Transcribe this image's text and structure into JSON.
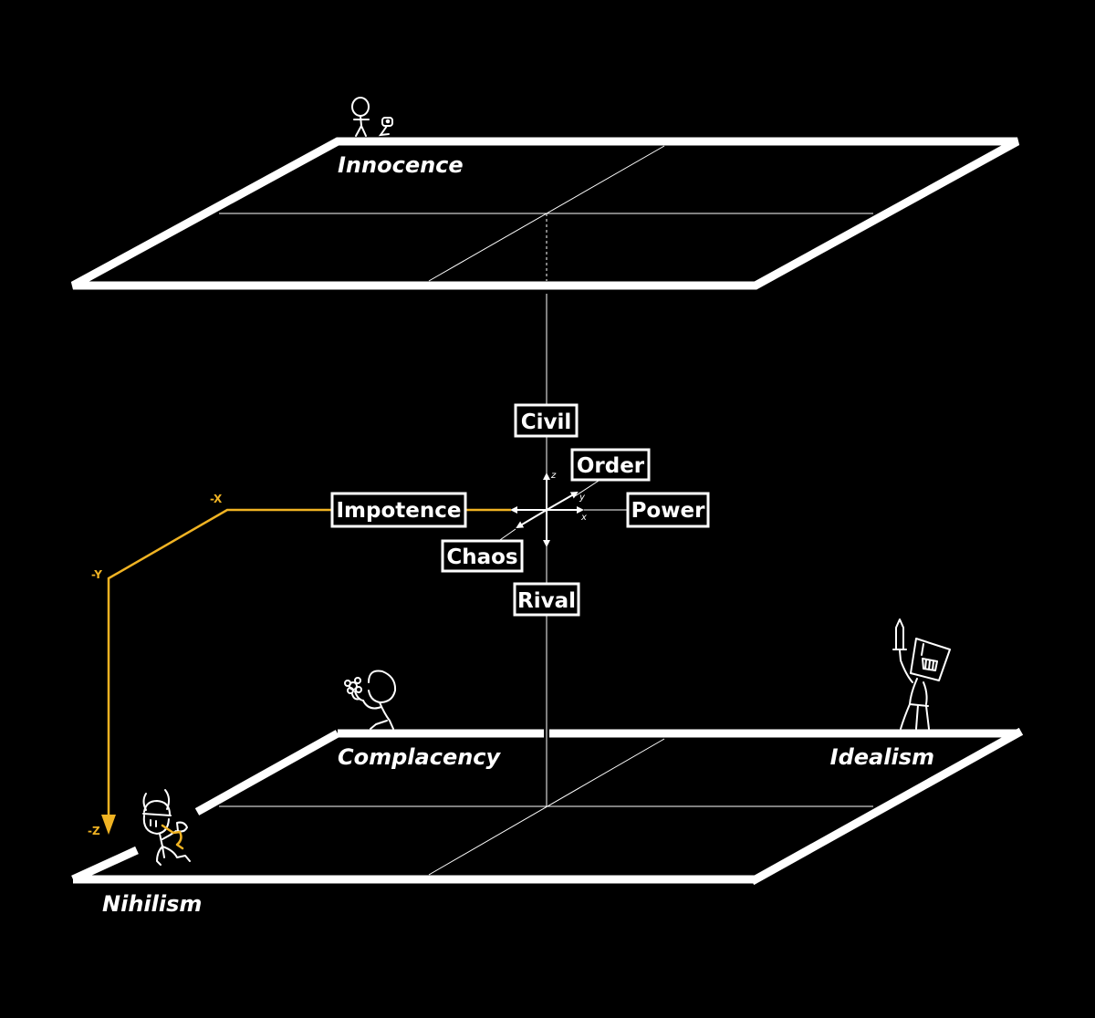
{
  "colors": {
    "background": "#000000",
    "lines": "#ffffff",
    "path": "#f0b323"
  },
  "planes": {
    "top_label": "Innocence",
    "bottom_left_label": "Complacency",
    "bottom_right_label": "Idealism",
    "bottom_front_label": "Nihilism"
  },
  "axis_boxes": {
    "up": "Civil",
    "down": "Rival",
    "left": "Impotence",
    "right": "Power",
    "back": "Order",
    "front": "Chaos"
  },
  "axis_letters": {
    "x": "x",
    "y": "y",
    "z": "z"
  },
  "path_labels": {
    "x": "-X",
    "y": "-Y",
    "z": "-Z"
  },
  "figures": {
    "top": [
      "child-figure",
      "flower-figure"
    ],
    "bottom_left": "flower-holding-figure",
    "bottom_right": "knight-figure",
    "bottom_front": "viking-figure"
  }
}
